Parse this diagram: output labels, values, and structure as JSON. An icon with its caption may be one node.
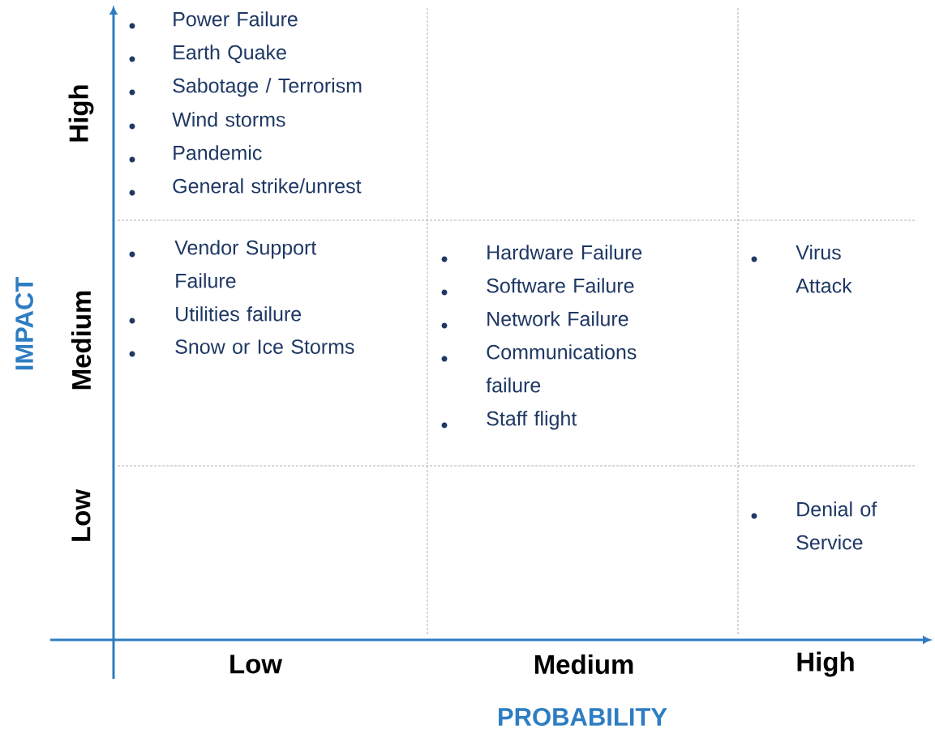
{
  "diagram": {
    "labels": [
      "High",
      "Power Failure",
      "Earth Quake",
      "Sabotage / Terrorism",
      "Wind storms",
      "Pandemic",
      "General strike/unrest",
      "IMPACT",
      "Medium",
      "Vendor Support Failure",
      "Utilities failure",
      "Snow or Ice Storms",
      "Hardware Failure",
      "Software Failure",
      "Network Failure",
      "Communications failure",
      "Staff flight",
      "Virus Attack",
      "Low",
      "Denial of Service",
      "Low",
      "Medium",
      "High",
      "PROBABILITY"
    ]
  }
}
